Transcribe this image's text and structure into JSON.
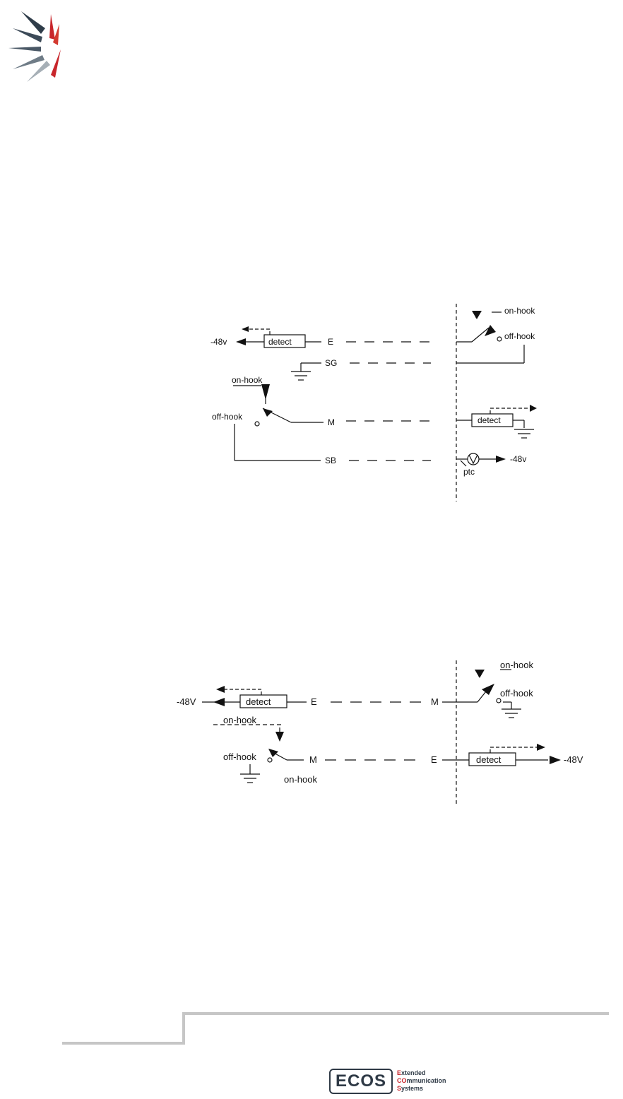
{
  "logo": {
    "name": "company-swirl-logo"
  },
  "diagram1": {
    "neg48_left": "-48v",
    "detect_left": "detect",
    "E": "E",
    "SG": "SG",
    "onhook_left": "on-hook",
    "offhook_left": "off-hook",
    "M": "M",
    "SB": "SB",
    "onhook_right": "on-hook",
    "offhook_right": "off-hook",
    "detect_right": "detect",
    "ptc": "ptc",
    "neg48_right": "-48v"
  },
  "diagram2": {
    "neg48_left": "-48V",
    "detect_left": "detect",
    "E_left": "E",
    "onhook_left": "on-hook",
    "offhook_left": "off-hook",
    "M_left": "M",
    "onhook_below": "on-hook",
    "M_right": "M",
    "E_right": "E",
    "onhook_right": "on-hook",
    "offhook_right": "off-hook",
    "detect_right": "detect",
    "neg48_right": "-48V"
  },
  "footer": {
    "ecos": "ECOS",
    "line1_first": "E",
    "line1_rest": "xtended",
    "line2_first": "CO",
    "line2_rest": "mmunication",
    "line3_first": "S",
    "line3_rest": "ystems"
  }
}
